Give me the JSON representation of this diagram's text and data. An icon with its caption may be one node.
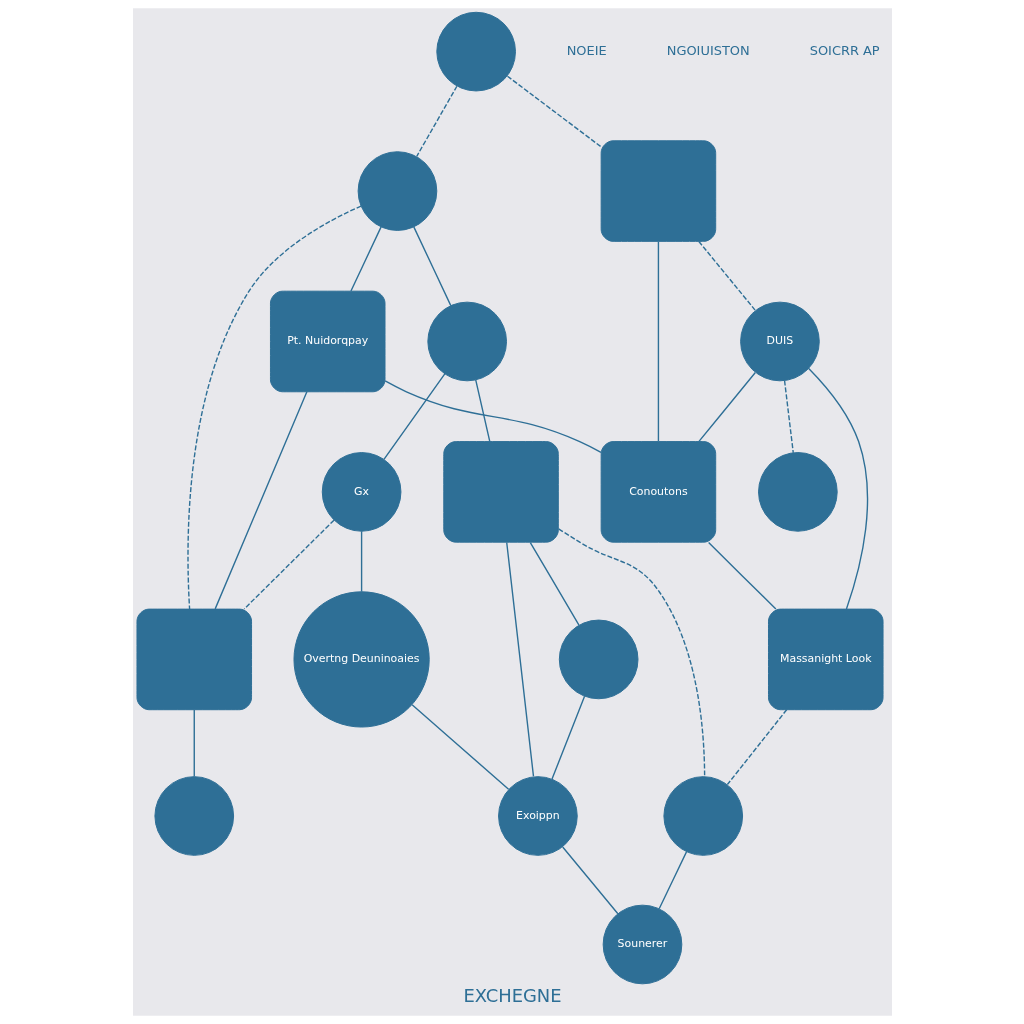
{
  "diagram": {
    "caption": "EXCHEGNE",
    "nodes": [
      {
        "text": [],
        "shape": "circle"
      },
      {
        "text": [
          "Pt. Nuidorqpay"
        ]
      },
      {
        "text": [],
        "shape": "box"
      },
      {
        "text": [
          "DUIS"
        ]
      },
      {
        "text": [],
        "shape": "circle"
      },
      {
        "text": [
          "Conoutons"
        ]
      },
      {
        "text": [],
        "shape": "circle"
      },
      {
        "text": [],
        "shape": "circle"
      },
      {
        "text": [],
        "shape": "box"
      },
      {
        "text": [],
        "shape": "box"
      },
      {
        "text": [
          "Massanight Look"
        ]
      },
      {
        "text": [
          "Gx"
        ]
      },
      {
        "text": [],
        "shape": "circle"
      },
      {
        "text": [],
        "shape": "circle"
      },
      {
        "text": [],
        "shape": "circle"
      },
      {
        "text": [
          "Overtng Deuninoaies"
        ]
      },
      {
        "text": [
          "Exoippn"
        ]
      },
      {
        "text": [
          "Sounerer"
        ]
      }
    ],
    "edges": [
      {
        "from": 0,
        "to": 2,
        "arrow": "none",
        "style": "dashed"
      },
      {
        "from": 2,
        "to": 3,
        "arrow": "none",
        "style": "dashed"
      },
      {
        "from": 0,
        "to": 4,
        "arrow": "none",
        "style": "dashed"
      },
      {
        "from": 4,
        "to": 1,
        "arrow": "none"
      },
      {
        "from": 1,
        "to": 5,
        "arrow": "none"
      },
      {
        "from": 1,
        "to": 8,
        "arrow": "none"
      },
      {
        "from": 2,
        "to": 5,
        "arrow": "none"
      },
      {
        "from": 3,
        "to": 5,
        "arrow": "none"
      },
      {
        "from": 3,
        "to": 10,
        "arrow": "none"
      },
      {
        "from": 3,
        "to": 7,
        "arrow": "none",
        "style": "dashed"
      },
      {
        "from": 5,
        "to": 10,
        "arrow": "none"
      },
      {
        "from": 4,
        "to": 6,
        "arrow": "none"
      },
      {
        "from": 4,
        "to": 8,
        "arrow": "none",
        "style": "dashed"
      },
      {
        "from": 6,
        "to": 9,
        "arrow": "none"
      },
      {
        "from": 6,
        "to": 11,
        "arrow": "none"
      },
      {
        "from": 11,
        "to": 8,
        "arrow": "none",
        "style": "dashed"
      },
      {
        "from": 11,
        "to": 15,
        "arrow": "none"
      },
      {
        "from": 8,
        "to": 12,
        "arrow": "none"
      },
      {
        "from": 9,
        "to": 13,
        "arrow": "none"
      },
      {
        "from": 9,
        "to": 16,
        "arrow": "none"
      },
      {
        "from": 10,
        "to": 14,
        "arrow": "none",
        "style": "dashed"
      },
      {
        "from": 9,
        "to": 14,
        "arrow": "none",
        "style": "dashed"
      },
      {
        "from": 13,
        "to": 16,
        "arrow": "none"
      },
      {
        "from": 15,
        "to": 16,
        "arrow": "none"
      },
      {
        "from": 16,
        "to": 17,
        "arrow": "none"
      },
      {
        "from": 14,
        "to": 17,
        "arrow": "none"
      }
    ],
    "labels": [
      "NOEIE",
      "NGOIUISTON",
      "SOICRR AP"
    ]
  }
}
